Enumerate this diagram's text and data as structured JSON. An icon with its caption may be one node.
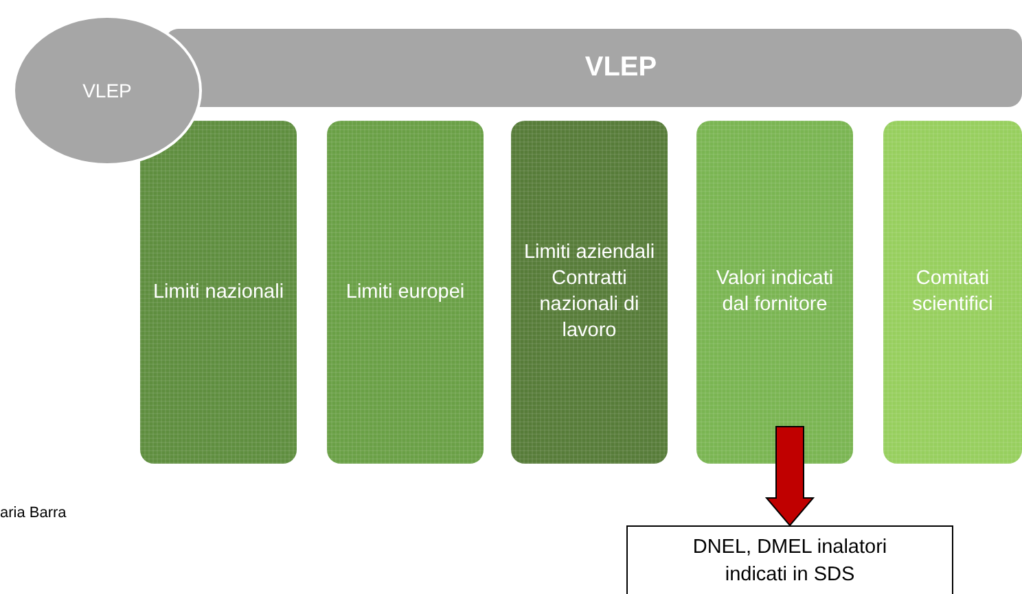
{
  "diagram": {
    "nodes": [
      {
        "text": [
          "VLEP"
        ]
      },
      {
        "text": [
          "VLEP"
        ]
      },
      {
        "text": [
          "Limiti nazionali"
        ]
      },
      {
        "text": [
          "Limiti europei"
        ]
      },
      {
        "text": [
          "Limiti aziendali Contratti nazionali di lavoro"
        ]
      },
      {
        "text": [
          "Valori indicati dal fornitore"
        ]
      },
      {
        "text": [
          "Comitati scientifici"
        ]
      },
      {
        "text": [
          "DNEL, DMEL inalatori indicati in SDS"
        ]
      }
    ],
    "edges": [
      {
        "from": 5,
        "to": 7,
        "arrow": "to",
        "style": "thick",
        "color": "#c00000"
      }
    ],
    "labels": [
      "aria Barra"
    ]
  }
}
